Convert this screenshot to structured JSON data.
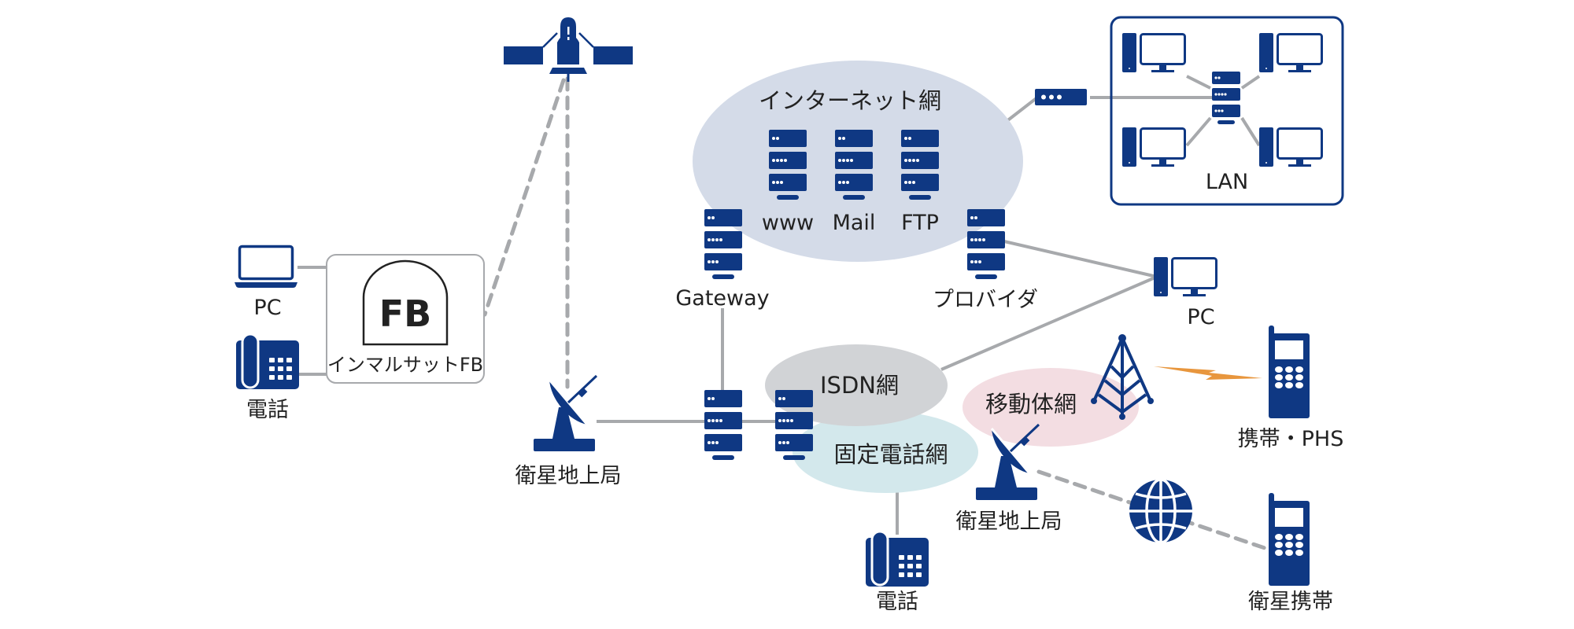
{
  "colors": {
    "navy": "#0f3883",
    "line": "#a7a9ac",
    "internet_bg": "#d4dbe8",
    "isdn_bg": "#d1d3d6",
    "fixed_bg": "#d3e8ec",
    "mobile_bg": "#f3dde2",
    "bolt": "#e8963d",
    "text": "#222222"
  },
  "networks": {
    "internet": "インターネット網",
    "isdn": "ISDN網",
    "fixed_phone": "固定電話網",
    "mobile": "移動体網"
  },
  "internet_servers": [
    "www",
    "Mail",
    "FTP"
  ],
  "nodes": {
    "pc_laptop": "PC",
    "phone_left": "電話",
    "fb_badge": "FB",
    "fb_label": "インマルサットFB",
    "ground_station_left": "衛星地上局",
    "gateway": "Gateway",
    "provider": "プロバイダ",
    "pc_right": "PC",
    "lan": "LAN",
    "ground_station_right": "衛星地上局",
    "phone_bottom": "電話",
    "mobile_phs": "携帯・PHS",
    "satellite_phone": "衛星携帯"
  },
  "icons": {
    "satellite": "satellite-icon",
    "laptop": "laptop-icon",
    "desk_phone": "desk-phone-icon",
    "server": "server-icon",
    "router": "router-icon",
    "desktop": "desktop-pc-icon",
    "dish": "satellite-dish-icon",
    "tower": "radio-tower-icon",
    "mobile": "mobile-phone-icon",
    "globe": "globe-icon",
    "bolt": "lightning-bolt-icon"
  }
}
